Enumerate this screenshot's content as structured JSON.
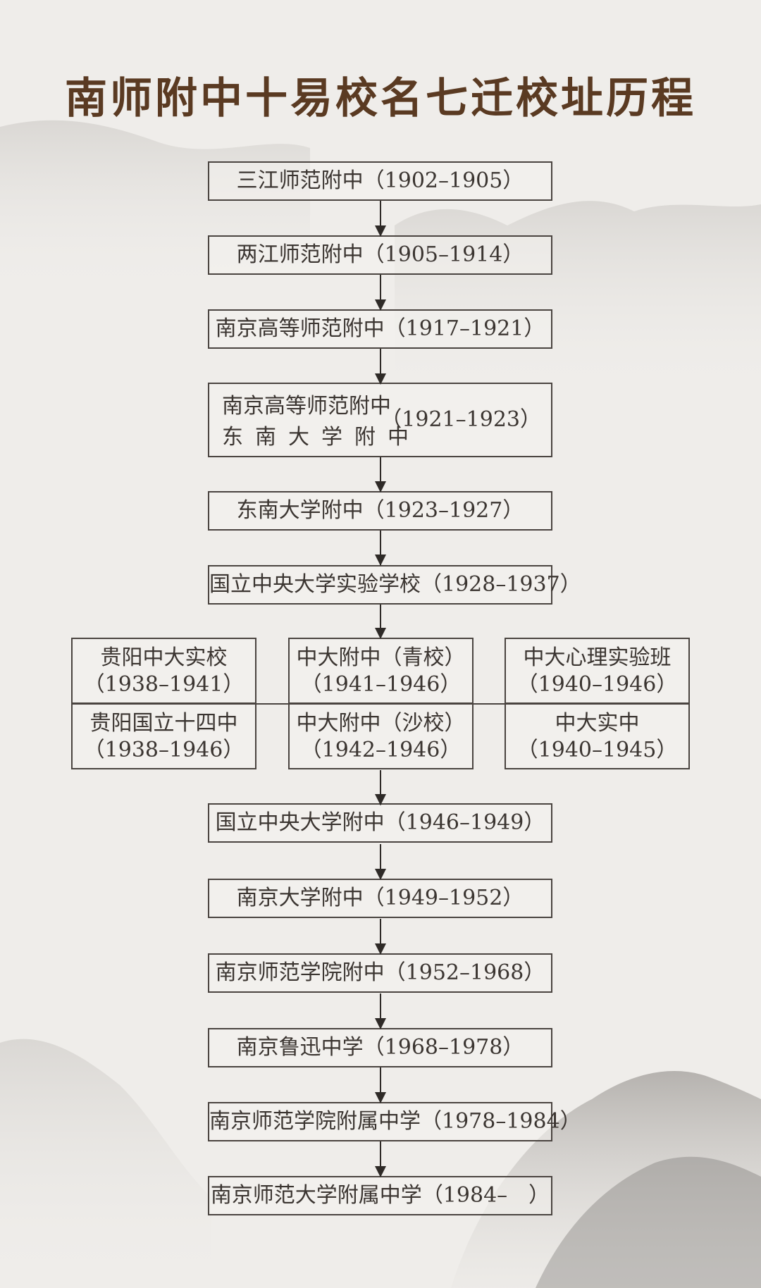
{
  "title": "南师附中十易校名七迁校址历程",
  "chain_top": [
    {
      "name": "三江师范附中",
      "years": "（1902–1905）"
    },
    {
      "name": "两江师范附中",
      "years": "（1905–1914）"
    },
    {
      "name": "南京高等师范附中",
      "years": "（1917–1921）"
    }
  ],
  "dual": {
    "line1": "南京高等师范附中",
    "line2": "东南大学附中",
    "years": "（1921–1923）"
  },
  "chain_mid": [
    {
      "name": "东南大学附中",
      "years": "（1923–1927）"
    },
    {
      "name": "国立中央大学实验学校",
      "years": "（1928–1937）"
    }
  ],
  "branches": [
    {
      "name": "贵阳中大实校",
      "years": "（1938–1941）"
    },
    {
      "name": "贵阳国立十四中",
      "years": "（1938–1946）"
    },
    {
      "name": "中大附中（青校）",
      "years": "（1941–1946）"
    },
    {
      "name": "中大附中（沙校）",
      "years": "（1942–1946）"
    },
    {
      "name": "中大心理实验班",
      "years": "（1940–1946）"
    },
    {
      "name": "中大实中",
      "years": "（1940–1945）"
    }
  ],
  "chain_bottom": [
    {
      "name": "国立中央大学附中",
      "years": "（1946–1949）"
    },
    {
      "name": "南京大学附中",
      "years": "（1949–1952）"
    },
    {
      "name": "南京师范学院附中",
      "years": "（1952–1968）"
    },
    {
      "name": "南京鲁迅中学",
      "years": "（1968–1978）"
    },
    {
      "name": "南京师范学院附属中学",
      "years": "（1978–1984）"
    },
    {
      "name": "南京师范大学附属中学",
      "years": "（1984–　）"
    }
  ]
}
